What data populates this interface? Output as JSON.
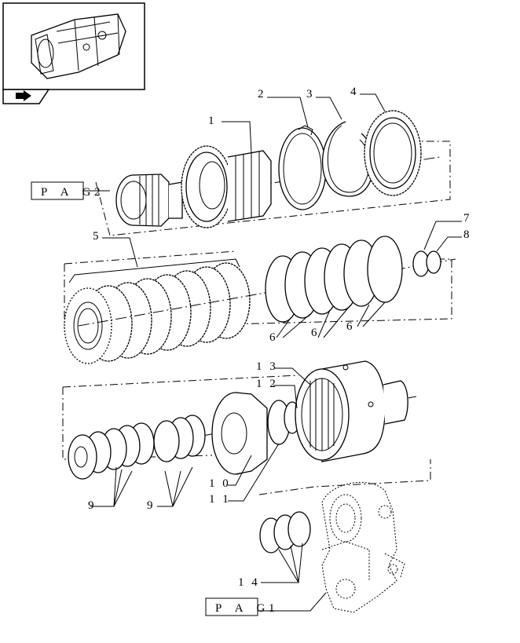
{
  "labels": {
    "l1": "1",
    "l2": "2",
    "l3": "3",
    "l4": "4",
    "l5": "5",
    "l6a": "6",
    "l6b": "6",
    "l6c": "6",
    "l7": "7",
    "l8": "8",
    "l9a": "9",
    "l9b": "9",
    "l10": "1 0",
    "l11": "1 1",
    "l12": "1 2",
    "l13": "1 3",
    "l14": "1 4"
  },
  "pag_refs": [
    {
      "text": "P A G",
      "num": "2"
    },
    {
      "text": "P A G",
      "num": "1"
    }
  ],
  "icons": {
    "thumbnail": "transmission-housing-thumbnail",
    "nav": "arrow-back-icon"
  }
}
